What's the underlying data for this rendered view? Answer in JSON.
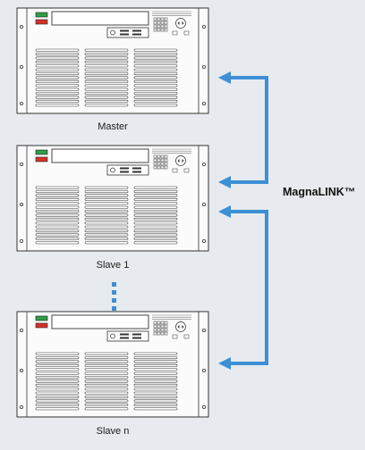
{
  "units": [
    {
      "label": "Master"
    },
    {
      "label": "Slave 1"
    },
    {
      "label": "Slave n"
    }
  ],
  "connection": {
    "label": "MagnaLINK™",
    "color": "#3d8fd6"
  },
  "indicators": {
    "top_led_color": "#2f9e47",
    "bottom_led_color": "#d5312b"
  },
  "continuation": {
    "dots": 4,
    "color": "#3d8fd6"
  }
}
